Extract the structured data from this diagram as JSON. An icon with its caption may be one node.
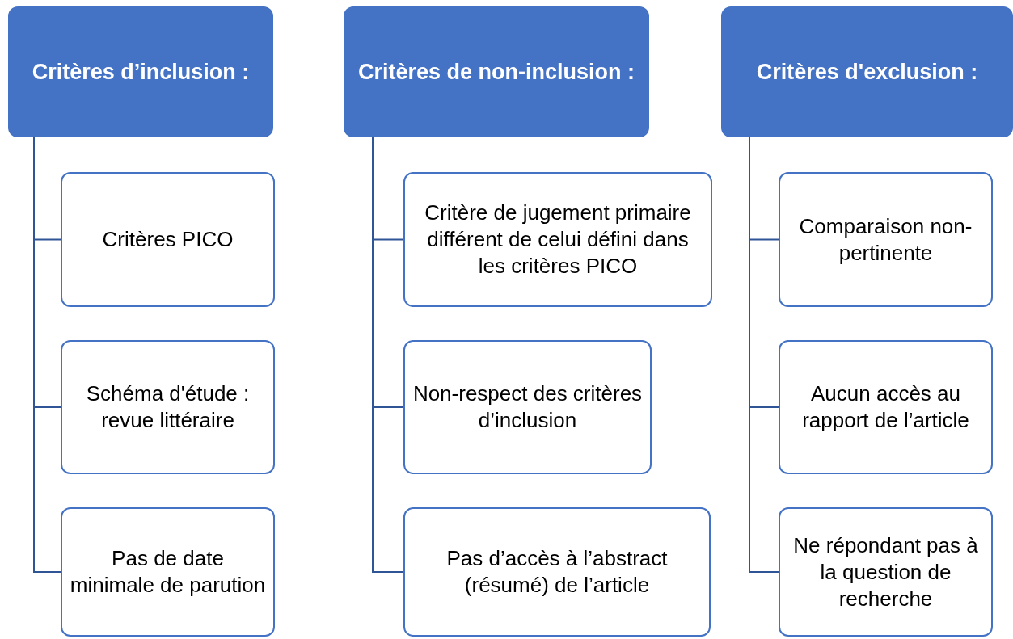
{
  "diagram": {
    "nodes": [
      {
        "text": [
          "Critères d’inclusion :"
        ]
      },
      {
        "text": [
          "Critères PICO"
        ]
      },
      {
        "text": [
          "Schéma d'étude : revue littéraire"
        ]
      },
      {
        "text": [
          "Pas de date minimale de parution"
        ]
      },
      {
        "text": [
          "Critères de non-inclusion :"
        ]
      },
      {
        "text": [
          "Critère de jugement primaire différent de celui défini dans les critères PICO"
        ]
      },
      {
        "text": [
          "Non-respect des critères d’inclusion"
        ]
      },
      {
        "text": [
          "Pas d’accès à l’abstract (résumé) de l’article"
        ]
      },
      {
        "text": [
          "Critères d'exclusion :"
        ]
      },
      {
        "text": [
          "Comparaison non-pertinente"
        ]
      },
      {
        "text": [
          "Aucun accès au rapport de l’article"
        ]
      },
      {
        "text": [
          "Ne répondant pas à la question de recherche"
        ]
      }
    ],
    "edges": [
      {
        "from": 0,
        "to": 1,
        "arrow": "none"
      },
      {
        "from": 0,
        "to": 2,
        "arrow": "none"
      },
      {
        "from": 0,
        "to": 3,
        "arrow": "none"
      },
      {
        "from": 4,
        "to": 5,
        "arrow": "none"
      },
      {
        "from": 4,
        "to": 6,
        "arrow": "none"
      },
      {
        "from": 4,
        "to": 7,
        "arrow": "none"
      },
      {
        "from": 8,
        "to": 9,
        "arrow": "none"
      },
      {
        "from": 8,
        "to": 10,
        "arrow": "none"
      },
      {
        "from": 8,
        "to": 11,
        "arrow": "none"
      }
    ]
  }
}
